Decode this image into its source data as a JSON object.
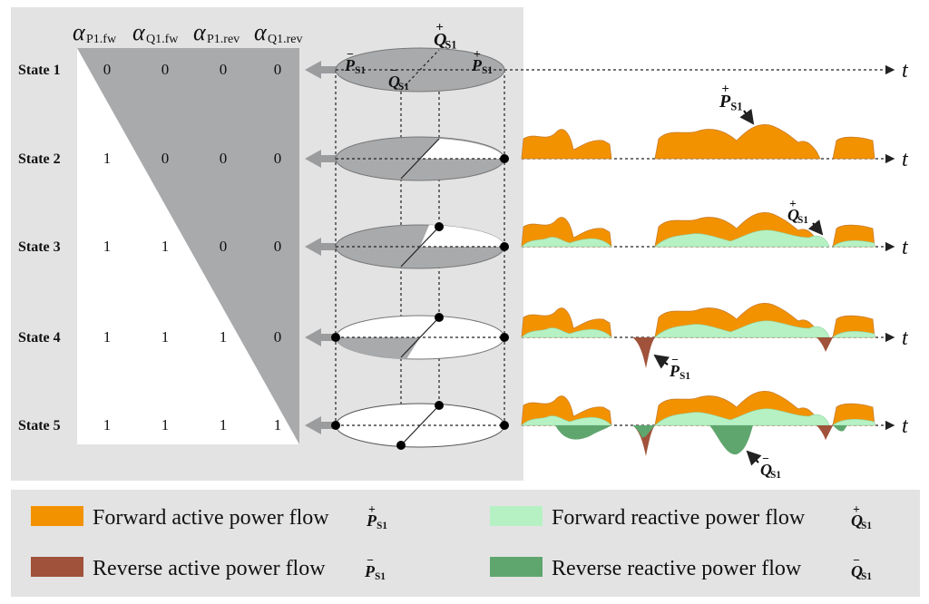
{
  "columns": [
    {
      "sym": "α",
      "sub": "P1.fw"
    },
    {
      "sym": "α",
      "sub": "Q1.fw"
    },
    {
      "sym": "α",
      "sub": "P1.rev"
    },
    {
      "sym": "α",
      "sub": "Q1.rev"
    }
  ],
  "states": [
    {
      "label": "State 1",
      "values": [
        "0",
        "0",
        "0",
        "0"
      ]
    },
    {
      "label": "State 2",
      "values": [
        "1",
        "0",
        "0",
        "0"
      ]
    },
    {
      "label": "State 3",
      "values": [
        "1",
        "1",
        "0",
        "0"
      ]
    },
    {
      "label": "State 4",
      "values": [
        "1",
        "1",
        "1",
        "0"
      ]
    },
    {
      "label": "State 5",
      "values": [
        "1",
        "1",
        "1",
        "1"
      ]
    }
  ],
  "axis_label": "t",
  "annotations": {
    "p_fw": {
      "sign": "+",
      "letter": "P",
      "sub": "S1"
    },
    "q_fw": {
      "sign": "+",
      "letter": "Q",
      "sub": "S1"
    },
    "p_rev": {
      "sign": "−",
      "letter": "P",
      "sub": "S1"
    },
    "q_rev": {
      "sign": "−",
      "letter": "Q",
      "sub": "S1"
    }
  },
  "legend": [
    {
      "text": "Forward active power flow",
      "color": "#F39200",
      "sign": "+",
      "letter": "P",
      "sub": "S1"
    },
    {
      "text": "Forward reactive power flow",
      "color": "#B6F1C4",
      "sign": "+",
      "letter": "Q",
      "sub": "S1"
    },
    {
      "text": "Reverse active power flow",
      "color": "#A0523A",
      "sign": "−",
      "letter": "P",
      "sub": "S1"
    },
    {
      "text": "Reverse reactive power flow",
      "color": "#5FA66E",
      "sign": "−",
      "letter": "Q",
      "sub": "S1"
    }
  ],
  "colors": {
    "panel": "#E3E3E3",
    "triangle": "#A9AAAC",
    "forward_active": "#F39200",
    "forward_reactive": "#B6F1C4",
    "reverse_active": "#A0523A",
    "reverse_reactive": "#5FA66E"
  }
}
